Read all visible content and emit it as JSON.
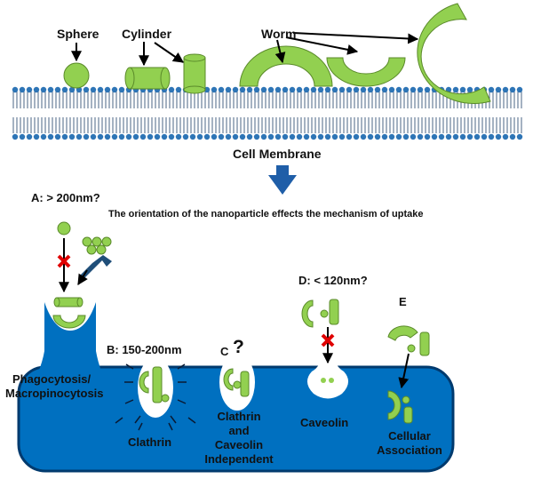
{
  "shapes": {
    "sphere": "Sphere",
    "cylinder": "Cylinder",
    "worm": "Worm"
  },
  "membrane_label": "Cell Membrane",
  "statement": "The orientation of the nanoparticle effects the mechanism of uptake",
  "sections": {
    "a": {
      "tag": "A: > 200nm?",
      "label_line1": "Phagocytosis/",
      "label_line2": "Macropinocytosis"
    },
    "b": {
      "tag": "B: 150-200nm",
      "label": "Clathrin"
    },
    "c": {
      "tag_letter": "C",
      "tag_mark": "?",
      "label_line1": "Clathrin",
      "label_line2": "and",
      "label_line3": "Caveolin",
      "label_line4": "Independent"
    },
    "d": {
      "tag": "D: < 120nm?",
      "label": "Caveolin"
    },
    "e": {
      "tag": "E",
      "label_line1": "Cellular",
      "label_line2": "Association"
    }
  },
  "colors": {
    "particle_fill": "#92d050",
    "particle_stroke": "#5a8a2a",
    "cell_blue": "#0070c0",
    "cell_border": "#003a6e",
    "lipid_head": "#2e75b6",
    "arrow_down": "#1f5ea8",
    "block_cross": "#e00000",
    "antibody": "#1f4e79"
  }
}
